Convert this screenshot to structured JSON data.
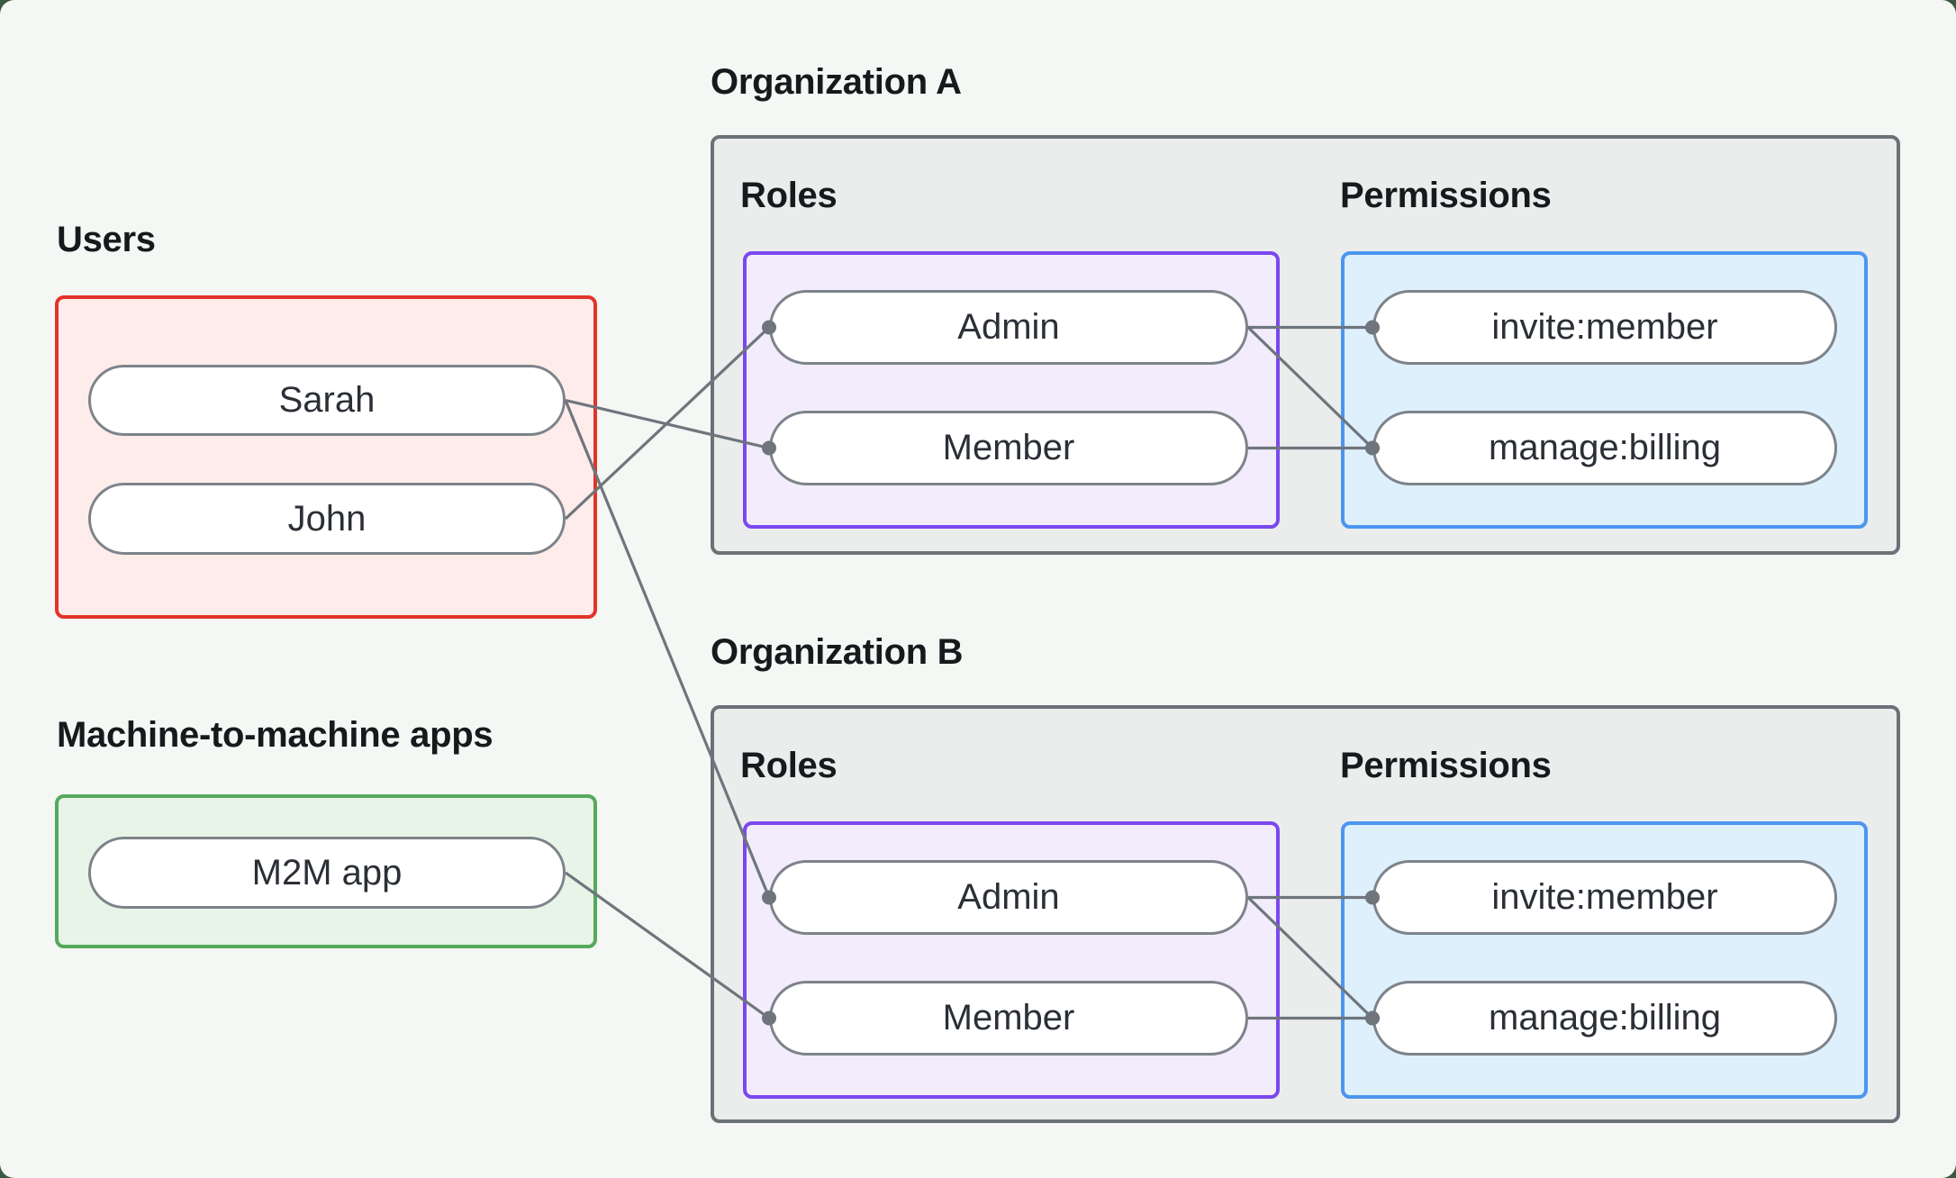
{
  "users_group": {
    "title": "Users",
    "nodes": [
      {
        "id": "sarah",
        "label": "Sarah"
      },
      {
        "id": "john",
        "label": "John"
      }
    ]
  },
  "m2m_group": {
    "title": "Machine-to-machine apps",
    "nodes": [
      {
        "id": "m2m-app",
        "label": "M2M app"
      }
    ]
  },
  "org_a": {
    "title": "Organization A",
    "roles_title": "Roles",
    "permissions_title": "Permissions",
    "roles": [
      {
        "id": "orgA-admin",
        "label": "Admin"
      },
      {
        "id": "orgA-member",
        "label": "Member"
      }
    ],
    "permissions": [
      {
        "id": "orgA-invite",
        "label": "invite:member"
      },
      {
        "id": "orgA-billing",
        "label": "manage:billing"
      }
    ]
  },
  "org_b": {
    "title": "Organization B",
    "roles_title": "Roles",
    "permissions_title": "Permissions",
    "roles": [
      {
        "id": "orgB-admin",
        "label": "Admin"
      },
      {
        "id": "orgB-member",
        "label": "Member"
      }
    ],
    "permissions": [
      {
        "id": "orgB-invite",
        "label": "invite:member"
      },
      {
        "id": "orgB-billing",
        "label": "manage:billing"
      }
    ]
  },
  "connections": [
    {
      "from": "sarah",
      "to": "orgA-member"
    },
    {
      "from": "john",
      "to": "orgA-admin"
    },
    {
      "from": "sarah",
      "to": "orgB-admin"
    },
    {
      "from": "m2m-app",
      "to": "orgB-member"
    },
    {
      "from": "orgA-admin",
      "to": "orgA-invite"
    },
    {
      "from": "orgA-admin",
      "to": "orgA-billing"
    },
    {
      "from": "orgA-member",
      "to": "orgA-billing"
    },
    {
      "from": "orgB-admin",
      "to": "orgB-invite"
    },
    {
      "from": "orgB-admin",
      "to": "orgB-billing"
    },
    {
      "from": "orgB-member",
      "to": "orgB-billing"
    }
  ],
  "colors": {
    "page_bg": "#f4f7f4",
    "heading_text": "#17191d",
    "node_text": "#2b2f36",
    "node_fill": "#ffffff",
    "node_border": "#7d838a",
    "connector": "#6f757c",
    "org_fill": "#ebedec",
    "org_border": "#6b7177",
    "users_border": "#e2342a",
    "users_fill": "#fdecea",
    "m2m_border": "#56a95c",
    "m2m_fill": "#e8f4e8",
    "roles_border": "#7b48ef",
    "roles_fill": "#f2ecfc",
    "permissions_border": "#4b96f0",
    "permissions_fill": "#def0fc"
  },
  "connector_style": {
    "line_width": 3.2,
    "endpoint_dot_radius": 8
  }
}
